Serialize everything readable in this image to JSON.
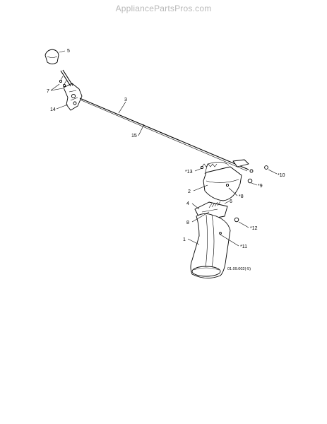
{
  "site": {
    "watermark": "AppliancePartsPros.com"
  },
  "diagram": {
    "callouts": {
      "c5": "5",
      "c7": "7",
      "c14": "14",
      "c3": "3",
      "c15": "15",
      "c13": "*13",
      "c10": "*10",
      "c9": "*9",
      "c2": "2",
      "c8": "*8",
      "c6": "6",
      "c4": "4",
      "c8b": "8",
      "c12": "*12",
      "c1": "1",
      "c11": "*11"
    },
    "drawing_code": "01.09.002(-5)"
  }
}
